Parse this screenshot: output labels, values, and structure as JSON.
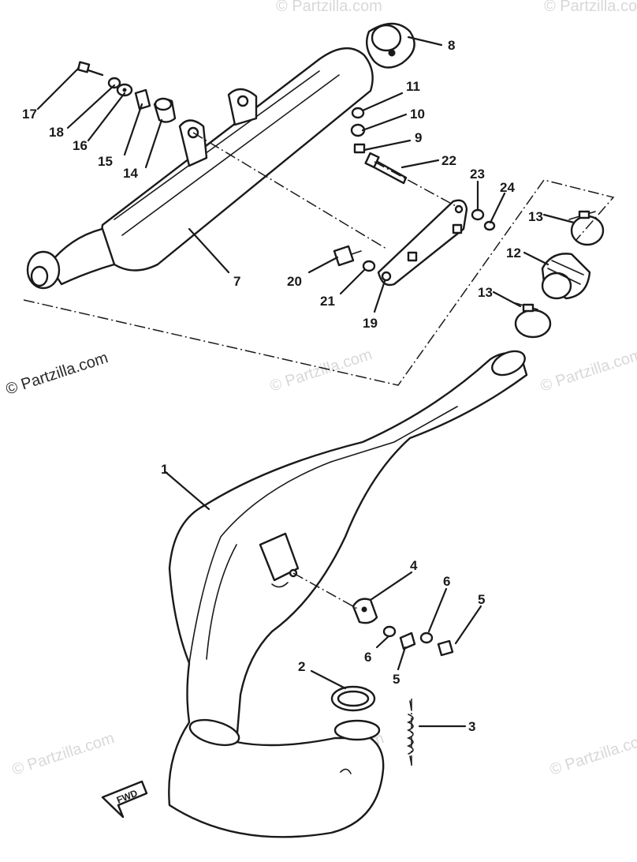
{
  "watermark": {
    "main": "© Partzilla.com",
    "faint": "© Partzilla.com"
  },
  "direction_label": "FWD",
  "callouts": {
    "c1": "1",
    "c2": "2",
    "c3": "3",
    "c4": "4",
    "c5a": "5",
    "c5b": "5",
    "c6a": "6",
    "c6b": "6",
    "c7": "7",
    "c8": "8",
    "c9": "9",
    "c10": "10",
    "c11": "11",
    "c12": "12",
    "c13a": "13",
    "c13b": "13",
    "c14": "14",
    "c15": "15",
    "c16": "16",
    "c17": "17",
    "c18": "18",
    "c19": "19",
    "c20": "20",
    "c21": "21",
    "c22": "22",
    "c23": "23",
    "c24": "24"
  }
}
